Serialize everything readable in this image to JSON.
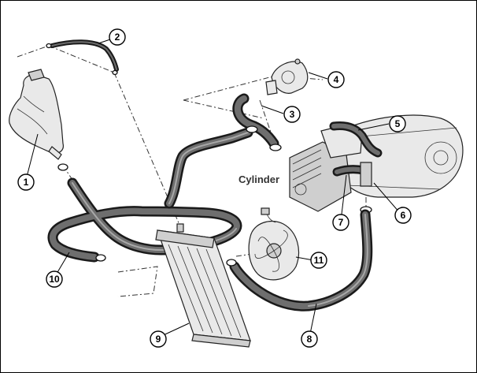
{
  "diagram": {
    "cylinder_label": "Cylinder",
    "callouts": [
      {
        "id": "1",
        "label": "1"
      },
      {
        "id": "2",
        "label": "2"
      },
      {
        "id": "3",
        "label": "3"
      },
      {
        "id": "4",
        "label": "4"
      },
      {
        "id": "5",
        "label": "5"
      },
      {
        "id": "6",
        "label": "6"
      },
      {
        "id": "7",
        "label": "7"
      },
      {
        "id": "8",
        "label": "8"
      },
      {
        "id": "9",
        "label": "9"
      },
      {
        "id": "10",
        "label": "10"
      },
      {
        "id": "11",
        "label": "11"
      }
    ]
  },
  "colors": {
    "hose": "#1a1a1a",
    "part_fill": "#e9e9e9",
    "background": "#ffffff"
  }
}
